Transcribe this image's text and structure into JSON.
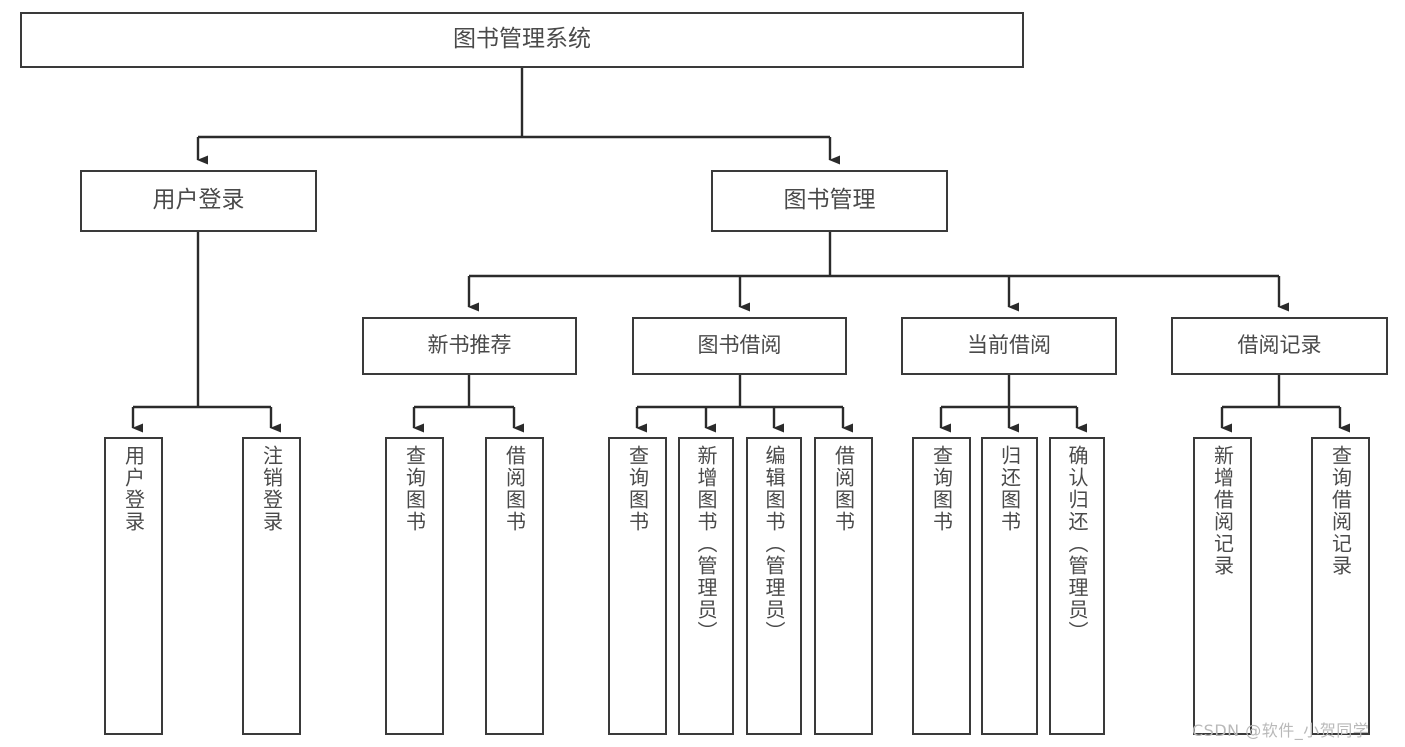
{
  "diagram": {
    "type": "tree-hierarchy",
    "title": "图书管理系统",
    "root": {
      "label": "图书管理系统"
    },
    "level2": [
      {
        "label": "用户登录"
      },
      {
        "label": "图书管理"
      }
    ],
    "level3": [
      {
        "label": "新书推荐"
      },
      {
        "label": "图书借阅"
      },
      {
        "label": "当前借阅"
      },
      {
        "label": "借阅记录"
      }
    ],
    "leaves": {
      "user_login": [
        {
          "label": "用户登录"
        },
        {
          "label": "注销登录"
        }
      ],
      "new_book_recommend": [
        {
          "label": "查询图书"
        },
        {
          "label": "借阅图书"
        }
      ],
      "book_borrow": [
        {
          "label": "查询图书"
        },
        {
          "label": "新增图书（管理员）"
        },
        {
          "label": "编辑图书（管理员）"
        },
        {
          "label": "借阅图书"
        }
      ],
      "current_borrow": [
        {
          "label": "查询图书"
        },
        {
          "label": "归还图书"
        },
        {
          "label": "确认归还（管理员）"
        }
      ],
      "borrow_record": [
        {
          "label": "新增借阅记录"
        },
        {
          "label": "查询借阅记录"
        }
      ]
    }
  },
  "watermark": {
    "text": "CSDN @软件_小贺同学"
  },
  "colors": {
    "border": "#3a3a3a",
    "text": "#4a4a4a",
    "connector": "#2b2b2b",
    "background": "#ffffff",
    "watermark": "#b9b9b9"
  }
}
